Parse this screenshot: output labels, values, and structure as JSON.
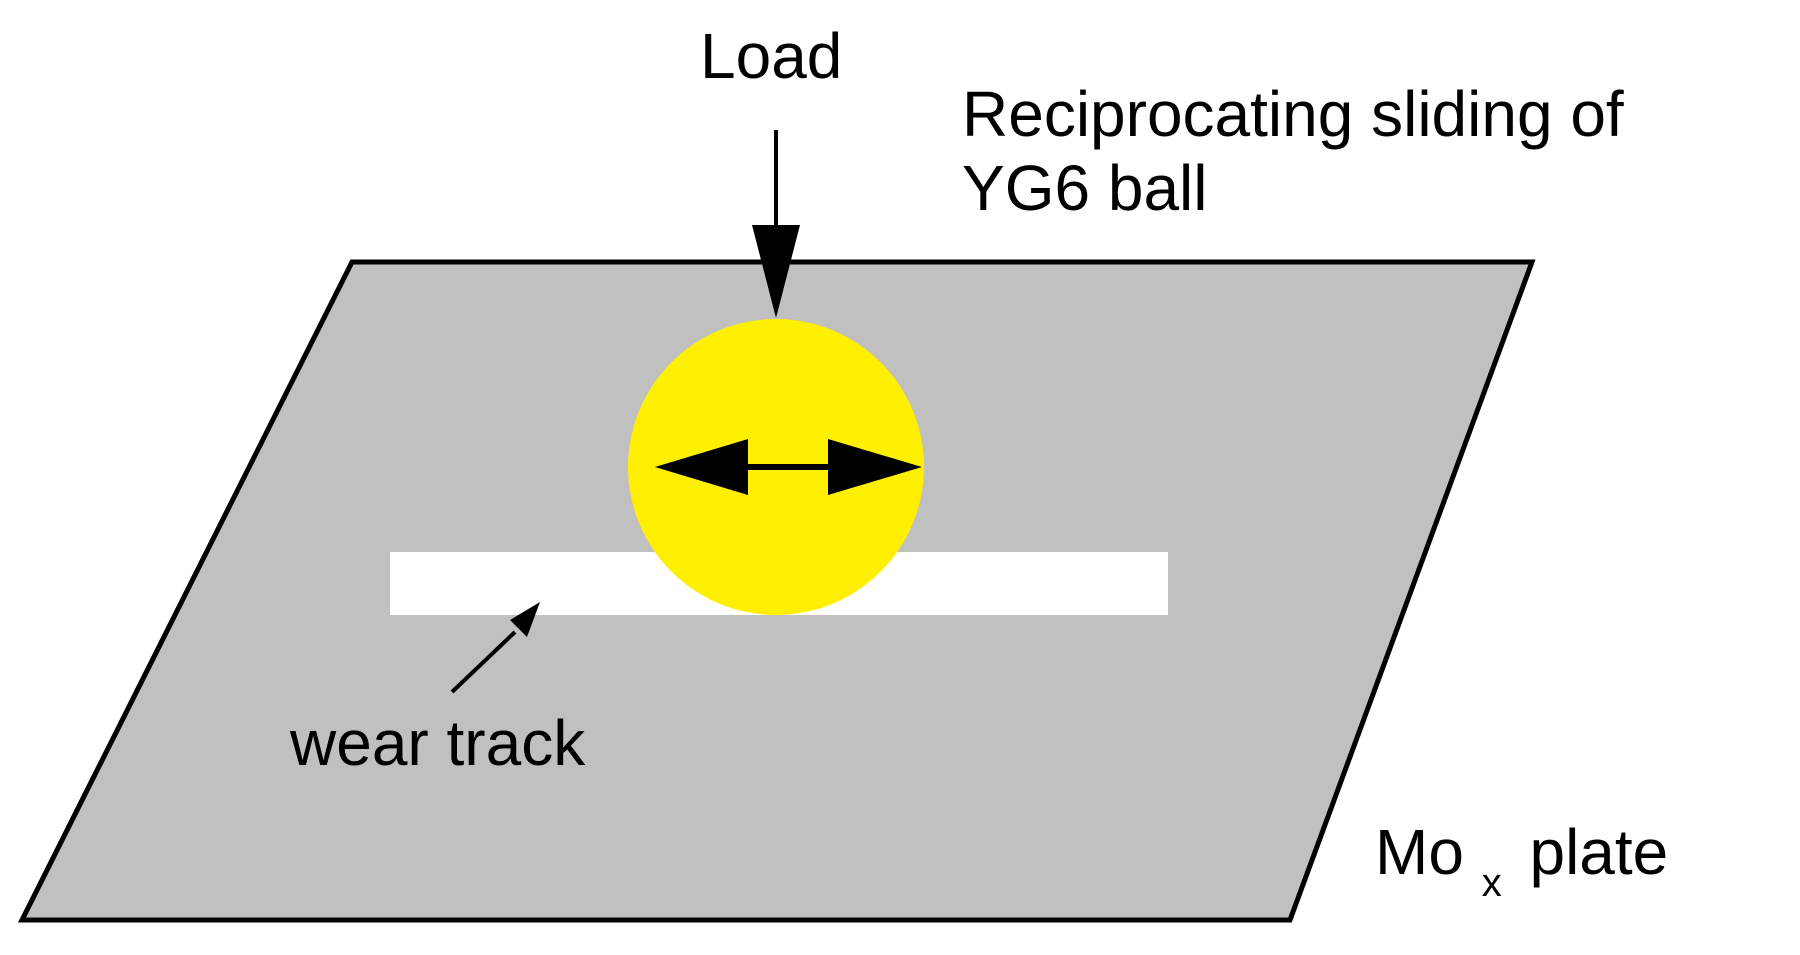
{
  "labels": {
    "load": "Load",
    "ball_line1": "Reciprocating sliding of",
    "ball_line2": "YG6 ball",
    "wear_track": "wear track",
    "plate_main": "Mo",
    "plate_sub": "x",
    "plate_suffix": "plate"
  },
  "colors": {
    "plate_fill": "#c0c0c0",
    "plate_stroke": "#000000",
    "ball_fill": "#ffef00",
    "track_fill": "#ffffff",
    "arrow": "#000000"
  }
}
